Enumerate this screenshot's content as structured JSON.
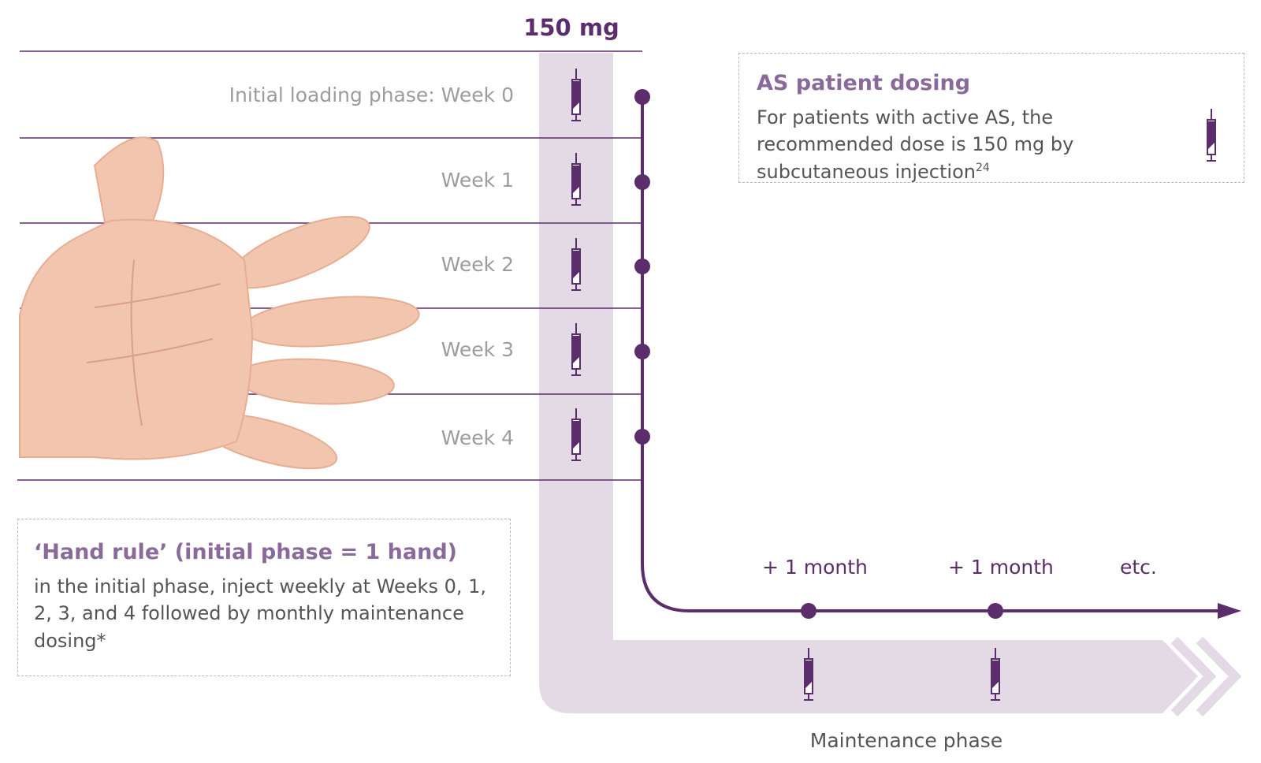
{
  "dose_header": "150 mg",
  "weeks": [
    "Initial loading phase: Week 0",
    "Week 1",
    "Week 2",
    "Week 3",
    "Week 4"
  ],
  "as_box": {
    "title": "AS patient dosing",
    "body": "For patients with active AS, the recommended dose is 150 mg by subcutaneous injection",
    "superscript": "24"
  },
  "hand_rule": {
    "title": "‘Hand rule’ (initial phase = 1 hand)",
    "body": "in the initial phase, inject weekly at Weeks 0, 1, 2, 3, and 4 followed by monthly maintenance dosing*"
  },
  "maintenance": {
    "intervals": [
      "+ 1 month",
      "+ 1 month"
    ],
    "continuation": "etc.",
    "phase_label": "Maintenance phase"
  },
  "colors": {
    "accent": "#5b2d6b",
    "band": "#e3dae6",
    "muted_text": "#9c9c9c",
    "skin": "#f2c6ae"
  },
  "icons": [
    "syringe-icon",
    "hand-image"
  ]
}
